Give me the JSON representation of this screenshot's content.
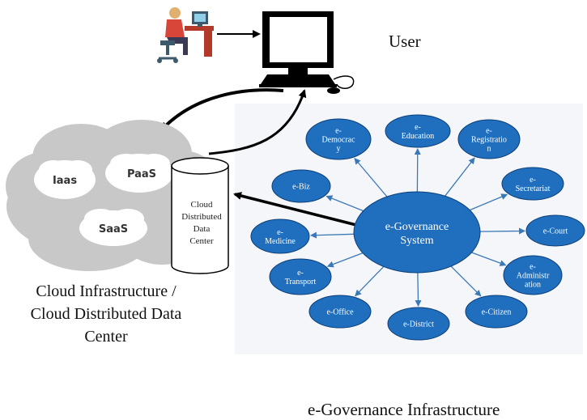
{
  "labels": {
    "user": "User",
    "cloud_caption": [
      "Cloud Infrastructure /",
      "Cloud Distributed Data",
      "Center"
    ],
    "egov_caption": "e-Governance Infrastructure"
  },
  "cloud": {
    "services": [
      "Iaas",
      "PaaS",
      "SaaS"
    ],
    "datacenter": [
      "Cloud",
      "Distributed",
      "Data",
      "Center"
    ]
  },
  "egov": {
    "center": [
      "e-Governance",
      "System"
    ],
    "nodes": [
      {
        "id": "democracy",
        "lines": [
          "e-",
          "Democrac",
          "y"
        ]
      },
      {
        "id": "education",
        "lines": [
          "e-",
          "Education"
        ]
      },
      {
        "id": "registration",
        "lines": [
          "e-",
          "Registratio",
          "n"
        ]
      },
      {
        "id": "secretariat",
        "lines": [
          "e-",
          "Secretariat"
        ]
      },
      {
        "id": "court",
        "lines": [
          "e-Court"
        ]
      },
      {
        "id": "administration",
        "lines": [
          "e-",
          "Administr",
          "ation"
        ]
      },
      {
        "id": "citizen",
        "lines": [
          "e-Citizen"
        ]
      },
      {
        "id": "district",
        "lines": [
          "e-District"
        ]
      },
      {
        "id": "office",
        "lines": [
          "e-Office"
        ]
      },
      {
        "id": "transport",
        "lines": [
          "e-",
          "Transport"
        ]
      },
      {
        "id": "medicine",
        "lines": [
          "e-",
          "Medicine"
        ]
      },
      {
        "id": "biz",
        "lines": [
          "e-Biz"
        ]
      }
    ]
  },
  "colors": {
    "node_fill": "#1f6fbe",
    "node_stroke": "#0d3f78",
    "spoke": "#3b78b8",
    "cloud_fill": "#c8c8c8",
    "bubble_fill": "#ffffff",
    "panel_bg": "#f4f6f9",
    "arrow": "#000000"
  }
}
